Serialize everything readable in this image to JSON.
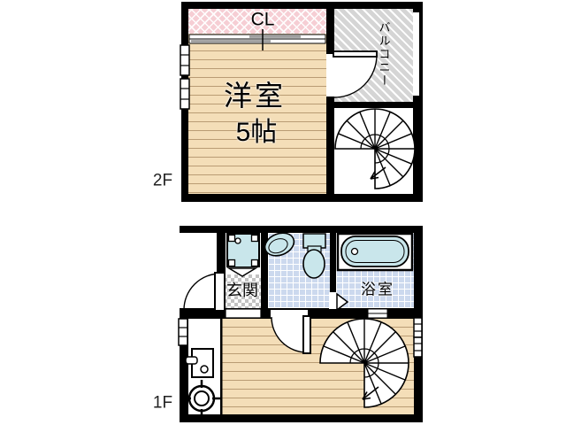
{
  "floor2": {
    "label": "2F",
    "closet": "CL",
    "room_name": "洋室",
    "room_size": "5帖",
    "balcony": "バルコニー"
  },
  "floor1": {
    "label": "1F",
    "entrance": "玄関",
    "bathroom": "浴室"
  },
  "colors": {
    "wall": "#000000",
    "wood": "#f4deb8",
    "wood_line": "#b99c74",
    "closet_pink": "#f6ced4",
    "balcony_gray": "#d5d5d5",
    "tile_blue": "#ccd9ee",
    "fixture_blue": "#c9e6eb",
    "checker_gray": "#c2c2c2",
    "door_gray": "#999999"
  },
  "icons": {
    "spiral-staircase": "svg-spiral-arc",
    "bathtub": "svg-rounded-rect",
    "toilet": "svg-ellipse",
    "washbasin": "svg-ellipse",
    "washing-machine-pan": "svg-square",
    "kitchen-sink": "svg-rect",
    "gas-stove": "svg-circles-cross",
    "door-swing": "svg-quarter-arc",
    "sliding-door": "svg-tracks",
    "folding-door": "svg-triangle",
    "window": "svg-rect-lines"
  }
}
